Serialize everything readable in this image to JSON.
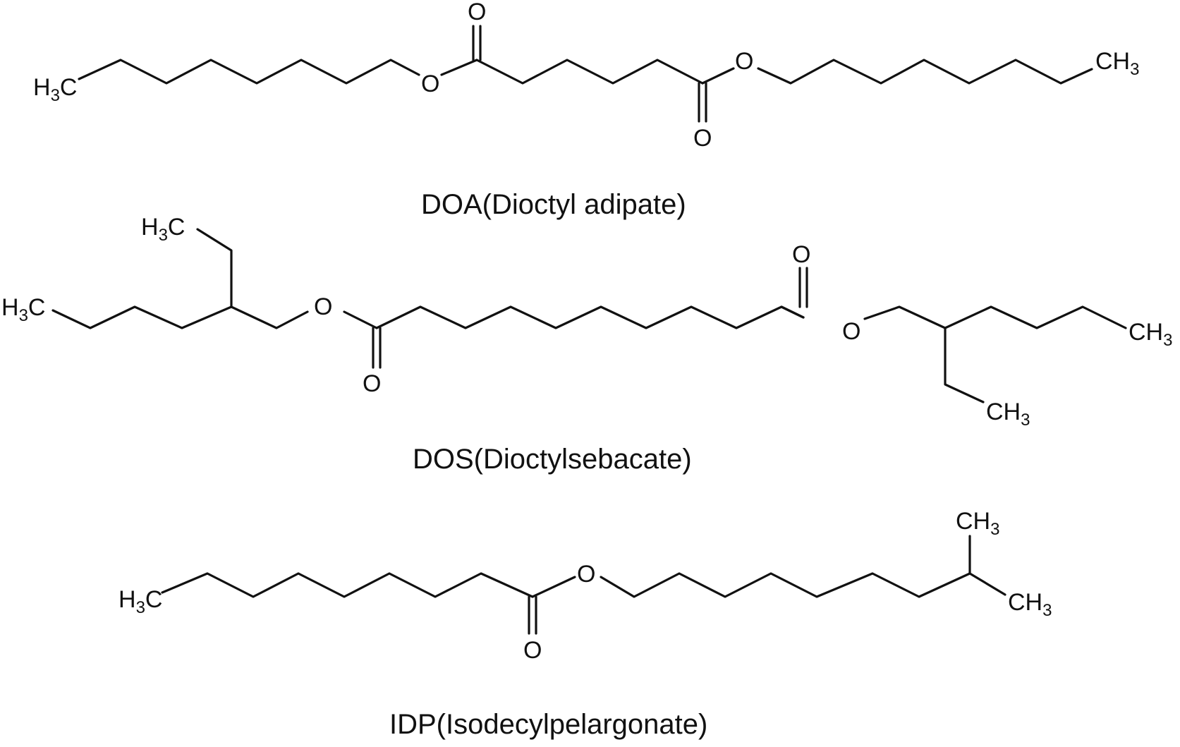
{
  "figure": {
    "background_color": "#ffffff",
    "ink_color": "#111111",
    "structures": [
      {
        "id": "doa",
        "caption": "DOA(Dioctyl adipate)",
        "labels": {
          "left_methyl": {
            "main": "H",
            "sub": "3",
            "tail": "C"
          },
          "right_methyl": {
            "main": "CH",
            "sub": "3"
          },
          "ether_oxygen_left": "O",
          "carbonyl_oxygen_top": "O",
          "ether_oxygen_right": "O",
          "carbonyl_oxygen_bottom": "O"
        }
      },
      {
        "id": "dos",
        "caption": "DOS(Dioctylsebacate)",
        "labels": {
          "left_branch_methyl": {
            "main": "H",
            "sub": "3",
            "tail": "C"
          },
          "left_chain_methyl": {
            "main": "H",
            "sub": "3",
            "tail": "C"
          },
          "ether_oxygen_left": "O",
          "carbonyl_oxygen_left": "O",
          "carbonyl_oxygen_right": "O",
          "ether_oxygen_right": "O",
          "right_chain_methyl": {
            "main": "CH",
            "sub": "3"
          },
          "right_branch_methyl": {
            "main": "CH",
            "sub": "3"
          }
        }
      },
      {
        "id": "idp",
        "caption": "IDP(Isodecylpelargonate)",
        "labels": {
          "left_methyl": {
            "main": "H",
            "sub": "3",
            "tail": "C"
          },
          "ether_oxygen": "O",
          "carbonyl_oxygen": "O",
          "top_methyl": {
            "main": "CH",
            "sub": "3"
          },
          "right_methyl": {
            "main": "CH",
            "sub": "3"
          }
        }
      }
    ]
  }
}
